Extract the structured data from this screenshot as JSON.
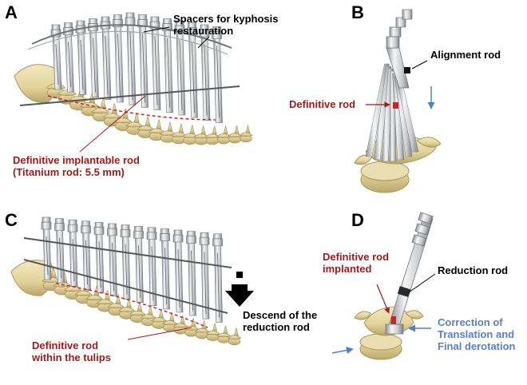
{
  "panels": {
    "a": {
      "letter": "A",
      "label_spacers": [
        "Spacers for kyphosis",
        "restauration"
      ],
      "label_rod": [
        "Definitive implantable rod",
        "(Titanium rod: 5.5 mm)"
      ]
    },
    "b": {
      "letter": "B",
      "label_alignment": "Alignment rod",
      "label_definitive": "Definitive rod"
    },
    "c": {
      "letter": "C",
      "label_descend": [
        "Descend of the",
        "reduction rod"
      ],
      "label_tulips": [
        "Definitive rod",
        "within the tulips"
      ]
    },
    "d": {
      "letter": "D",
      "label_implanted": [
        "Definitive rod",
        "implanted"
      ],
      "label_reduction": "Reduction rod",
      "label_correction": [
        "Correction of",
        "Translation and",
        "Final derotation"
      ]
    }
  },
  "colors": {
    "label_black": "#000000",
    "label_red": "#9b1b1b",
    "label_blue": "#5b7fc0",
    "bone": "#e9dcaa",
    "bone_shadow": "#c9b77d",
    "metal": "#d7d9dc",
    "metal_dark": "#8e9296",
    "arrow_blue": "#4d7fcf",
    "rod_red": "#c0282d"
  }
}
